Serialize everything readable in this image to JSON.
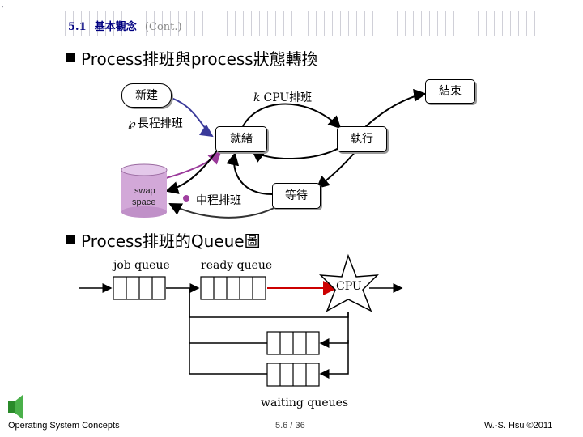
{
  "header": {
    "section_number": "5.1",
    "section_title": "基本觀念",
    "cont": "(Cont.)"
  },
  "section1": {
    "heading": "Process排班與process狀態轉換",
    "nodes": {
      "new": "新建",
      "end": "結束",
      "ready": "就緒",
      "running": "執行",
      "waiting": "等待"
    },
    "disk_label_line1": "swap",
    "disk_label_line2": "space",
    "cpu_sched_glyph": "k",
    "cpu_sched": "CPU排班",
    "long_sched_glyph": "℘",
    "long_sched": "長程排班",
    "mid_sched": "中程排班",
    "colors": {
      "cpu_sched_arrow": "#000000",
      "long_sched_arrow": "#3a3a9a",
      "mid_sched_arrow": "#9a3a9a",
      "mid_dot": "#a040a0",
      "disk": "#d2a8d8"
    }
  },
  "section2": {
    "heading": "Process排班的Queue圖",
    "job_queue": "job queue",
    "ready_queue": "ready queue",
    "cpu": "CPU",
    "waiting_queues": "waiting queues",
    "colors": {
      "cpu_arrow": "#cc0000"
    }
  },
  "footer": {
    "left": "Operating System Concepts",
    "center": "5.6 / 36",
    "right": "W.-S. Hsu ©2011"
  }
}
